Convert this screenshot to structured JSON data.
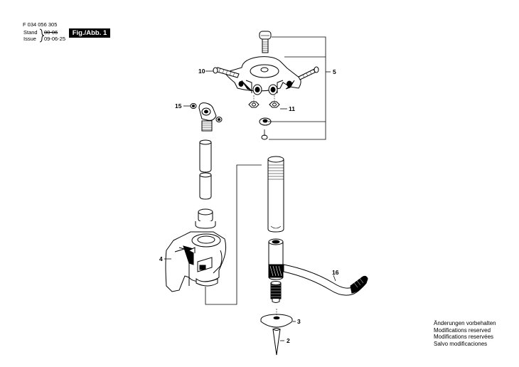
{
  "header": {
    "part_number": "F 034 056 305",
    "stand_label": "Stand",
    "stand_date": "00-06",
    "issue_label": "Issue",
    "issue_date": "09-06-25",
    "figure_label": "Fig./Abb. 1"
  },
  "callouts": [
    "10",
    "5",
    "15",
    "11",
    "4",
    "16",
    "3",
    "2"
  ],
  "notes": [
    "Änderungen vorbehalten",
    "Modifications reserved",
    "Modifications reservées",
    "Salvo modificaciones"
  ]
}
